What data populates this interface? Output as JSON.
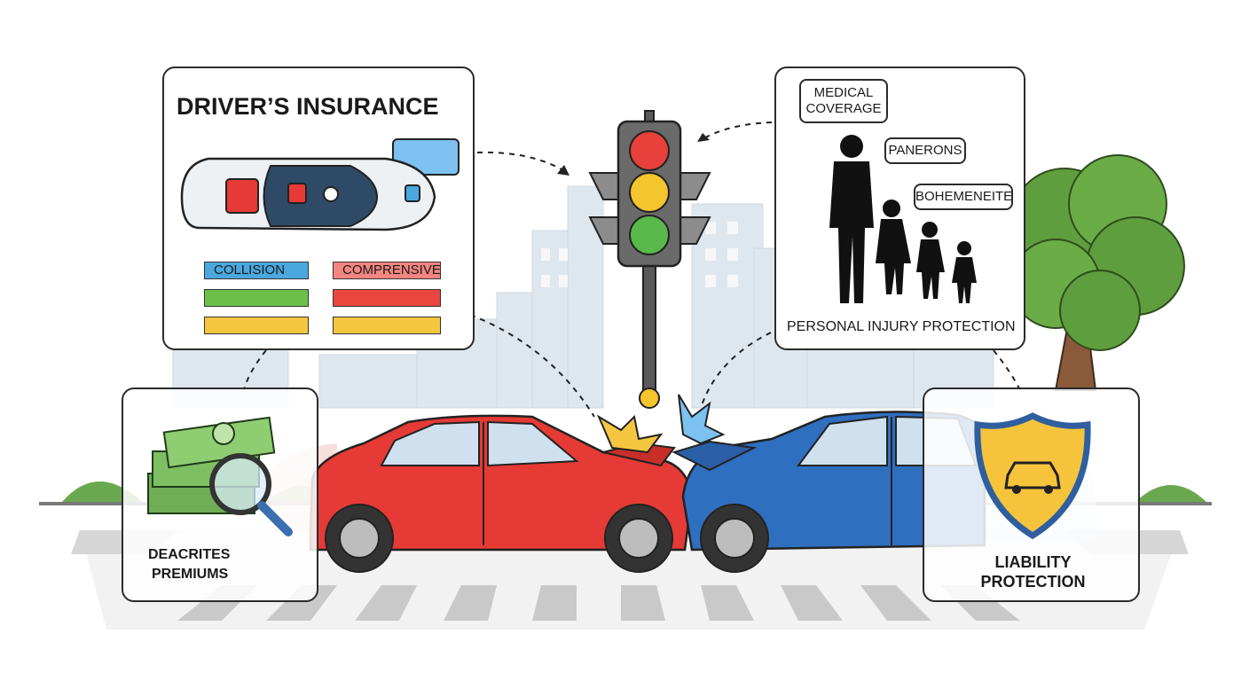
{
  "drivers_insurance": {
    "title": "DRIVER’S INSURANCE",
    "bars_left": [
      "COLLISION",
      "",
      ""
    ],
    "bars_right": [
      "COMPRENSIVE",
      "",
      ""
    ]
  },
  "personal_injury": {
    "bubbles": [
      "MEDICAL COVERAGE",
      "PANERONS",
      "BOHEMENEITE"
    ],
    "title": "PERSONAL INJURY PROTECTION"
  },
  "premiums": {
    "label_line1": "DEACRITES",
    "label_line2": "PREMIUMS"
  },
  "liability": {
    "label_line1": "LIABILITY",
    "label_line2": "PROTECTION"
  },
  "colors": {
    "red_car": "#e53a35",
    "blue_car": "#2f6fc0",
    "traffic_red": "#e8403a",
    "traffic_yellow": "#f4c52c",
    "traffic_green": "#59b94a",
    "bar_blue": "#4aa8df",
    "bar_green": "#6cc04a",
    "bar_yellow": "#f5c640",
    "bar_red": "#e9473f",
    "shield_gold": "#f5c43c",
    "tree_green": "#5f9e3e"
  },
  "icons": [
    "traffic-light-icon",
    "shield-car-icon",
    "money-stack-icon",
    "magnifier-icon",
    "family-silhouette-icon",
    "tree-icon",
    "collision-burst-icon"
  ]
}
